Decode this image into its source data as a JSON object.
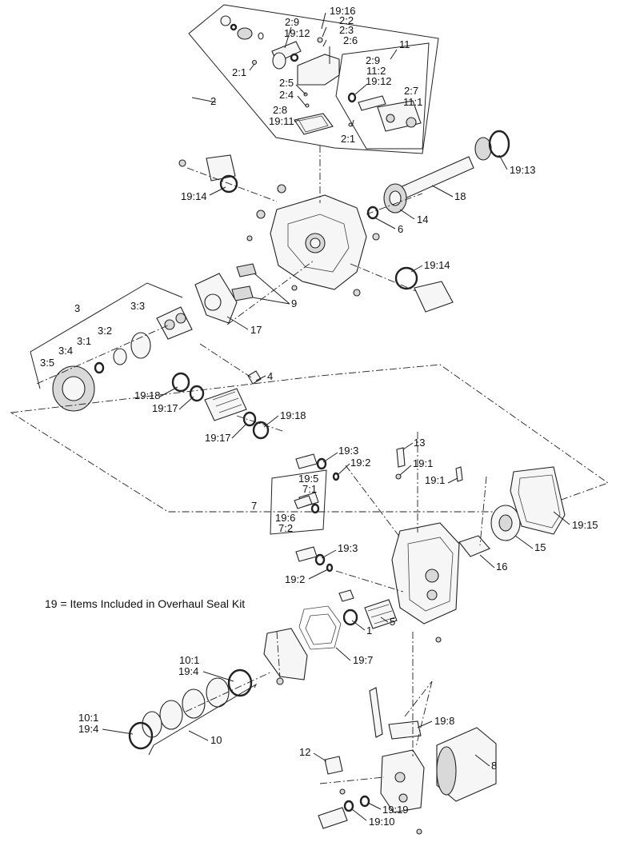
{
  "diagram": {
    "footnote": "19 = Items Included in Overhaul Seal Kit",
    "callouts": {
      "c_19_16": "19:16",
      "c_2_2": "2:2",
      "c_2_9_a": "2:9",
      "c_19_12_a": "19:12",
      "c_2_3": "2:3",
      "c_2_6": "2:6",
      "c_11": "11",
      "c_2_1_a": "2:1",
      "c_2_9_b": "2:9",
      "c_11_2": "11:2",
      "c_19_12_b": "19:12",
      "c_2_5": "2:5",
      "c_2_4": "2:4",
      "c_2_7": "2:7",
      "c_11_1": "11:1",
      "c_2": "2",
      "c_2_8": "2:8",
      "c_19_11": "19:11",
      "c_2_1_b": "2:1",
      "c_19_13": "19:13",
      "c_19_14_a": "19:14",
      "c_18": "18",
      "c_14": "14",
      "c_6": "6",
      "c_19_14_b": "19:14",
      "c_9": "9",
      "c_3": "3",
      "c_3_3": "3:3",
      "c_3_2": "3:2",
      "c_3_1": "3:1",
      "c_3_4": "3:4",
      "c_3_5": "3:5",
      "c_17": "17",
      "c_4": "4",
      "c_19_18_a": "19:18",
      "c_19_17_a": "19:17",
      "c_19_17_b": "19:17",
      "c_19_18_b": "19:18",
      "c_13": "13",
      "c_19_3_a": "19:3",
      "c_19_2_a": "19:2",
      "c_19_1_a": "19:1",
      "c_19_5": "19:5",
      "c_7_1": "7:1",
      "c_19_1_b": "19:1",
      "c_7": "7",
      "c_19_6": "19:6",
      "c_7_2": "7:2",
      "c_19_15": "19:15",
      "c_15": "15",
      "c_19_3_b": "19:3",
      "c_16": "16",
      "c_19_2_b": "19:2",
      "c_5": "5",
      "c_1": "1",
      "c_19_7": "19:7",
      "c_10_1_a": "10:1",
      "c_19_4_a": "19:4",
      "c_10_1_b": "10:1",
      "c_19_4_b": "19:4",
      "c_10": "10",
      "c_19_8": "19:8",
      "c_12": "12",
      "c_8": "8",
      "c_19_19": "19:19",
      "c_19_10": "19:10"
    }
  }
}
